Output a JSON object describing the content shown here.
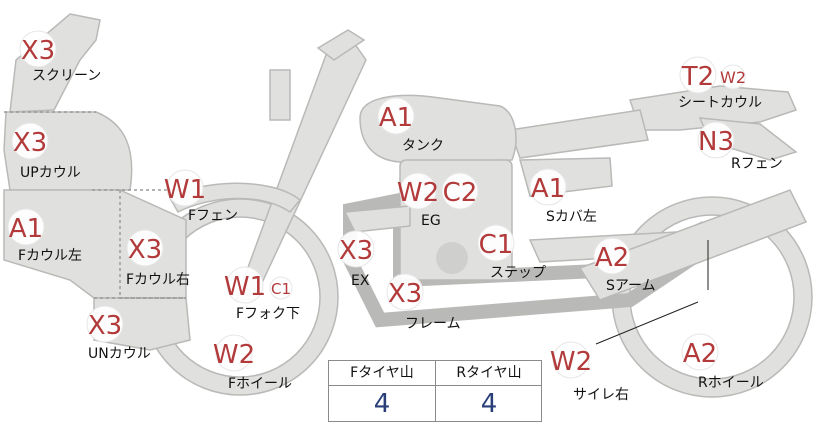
{
  "parts": [
    {
      "id": "screen",
      "grade": "X3",
      "label": "スクリーン"
    },
    {
      "id": "up-cowl",
      "grade": "X3",
      "label": "UPカウル"
    },
    {
      "id": "f-cowl-left",
      "grade": "A1",
      "label": "Fカウル左"
    },
    {
      "id": "f-cowl-right",
      "grade": "X3",
      "label": "Fカウル右"
    },
    {
      "id": "un-cowl",
      "grade": "X3",
      "label": "UNカウル"
    },
    {
      "id": "f-fender",
      "grade": "W1",
      "label": "Fフェン"
    },
    {
      "id": "f-fork-lower",
      "grade": "W1",
      "grade2": "C1",
      "label": "Fフォク下"
    },
    {
      "id": "f-wheel",
      "grade": "W2",
      "label": "Fホイール"
    },
    {
      "id": "tank",
      "grade": "A1",
      "label": "タンク"
    },
    {
      "id": "engine",
      "grade": "W2",
      "grade2": "C2",
      "label": "EG"
    },
    {
      "id": "exhaust",
      "grade": "X3",
      "label": "EX"
    },
    {
      "id": "frame",
      "grade": "X3",
      "label": "フレーム"
    },
    {
      "id": "step",
      "grade": "C1",
      "label": "ステップ"
    },
    {
      "id": "side-cover-left",
      "grade": "A1",
      "label": "Sカバ左"
    },
    {
      "id": "swing-arm",
      "grade": "A2",
      "label": "Sアーム"
    },
    {
      "id": "seat-cowl",
      "grade": "T2",
      "grade2": "W2",
      "label": "シートカウル"
    },
    {
      "id": "r-fender",
      "grade": "N3",
      "label": "Rフェン"
    },
    {
      "id": "silencer-right",
      "grade": "W2",
      "label": "サイレ右"
    },
    {
      "id": "r-wheel",
      "grade": "A2",
      "label": "Rホイール"
    }
  ],
  "tire_table": {
    "front_header": "Fタイヤ山",
    "front_value": "4",
    "rear_header": "Rタイヤ山",
    "rear_value": "4"
  },
  "colors": {
    "body_fill": "#e0e0de",
    "outline": "#b9b9b7",
    "grade_text": "#b23a3a",
    "table_value": "#2a3f7a"
  }
}
